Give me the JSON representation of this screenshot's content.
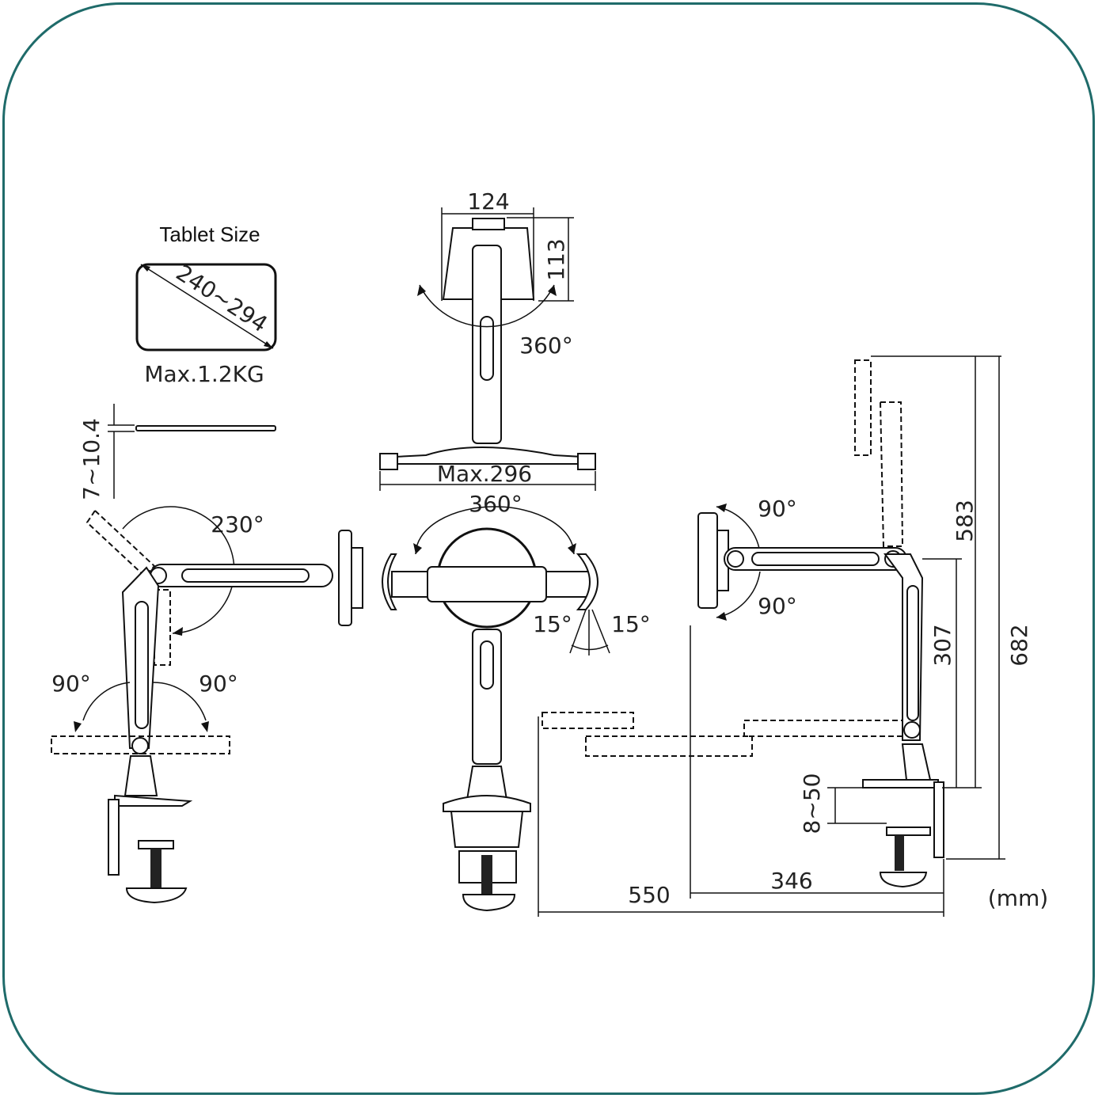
{
  "tablet": {
    "title": "Tablet Size",
    "diagonal": "240~294",
    "max_load": "Max.1.2KG",
    "thickness": "7~10.4"
  },
  "front_view": {
    "width": "124",
    "height": "113",
    "rotation": "360°",
    "max_width": "Max.296"
  },
  "holder_view": {
    "rotation": "360°",
    "tilt_left": "15°",
    "tilt_right": "15°"
  },
  "side_view": {
    "swing": "230°",
    "left_angle": "90°",
    "right_angle": "90°"
  },
  "profile_view": {
    "tilt_up": "90°",
    "tilt_down": "90°",
    "height_upper": "583",
    "height_total": "682",
    "height_pole": "307",
    "clamp_range": "8~50",
    "reach_pole": "346",
    "reach_total": "550",
    "unit": "(mm)"
  }
}
